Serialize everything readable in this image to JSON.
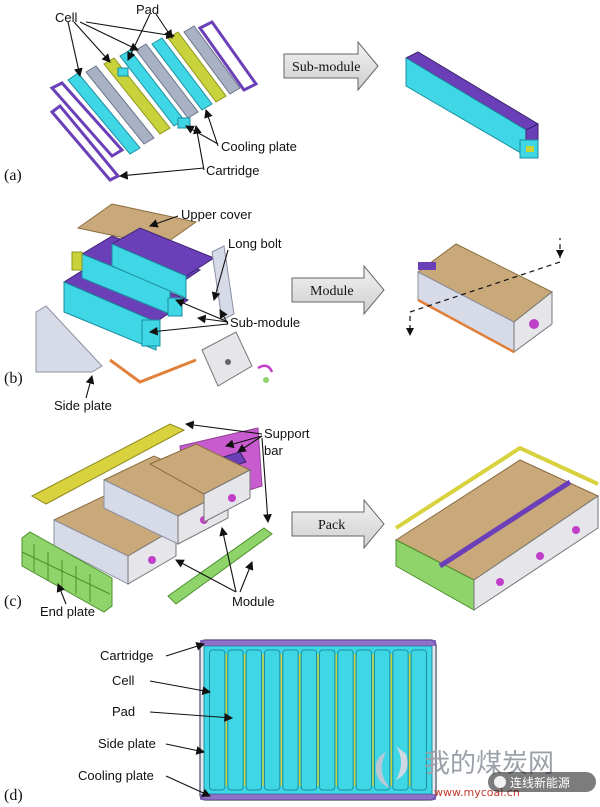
{
  "panels": {
    "a": {
      "label": "(a)",
      "callouts": {
        "cell": "Cell",
        "pad": "Pad",
        "cooling_plate": "Cooling plate",
        "cartridge": "Cartridge"
      },
      "arrow": "Sub-module"
    },
    "b": {
      "label": "(b)",
      "callouts": {
        "upper_cover": "Upper cover",
        "long_bolt": "Long bolt",
        "sub_module": "Sub-module",
        "side_plate": "Side plate"
      },
      "arrow": "Module"
    },
    "c": {
      "label": "(c)",
      "callouts": {
        "support_bar_1": "Support",
        "support_bar_2": "bar",
        "end_plate": "End plate",
        "module": "Module"
      },
      "arrow": "Pack"
    },
    "d": {
      "label": "(d)",
      "callouts": {
        "cartridge": "Cartridge",
        "cell": "Cell",
        "pad": "Pad",
        "side_plate": "Side plate",
        "cooling_plate": "Cooling plate"
      }
    }
  },
  "watermark": {
    "site_cn": "我的煤炭网",
    "url": "www.mycoal.cn",
    "badge": "连线新能源"
  },
  "colors": {
    "cell": "#3fd6e6",
    "pad": "#c8d23a",
    "cooling_plate": "#a9b2c4",
    "cartridge": "#6a3fb8",
    "cover": "#c9a97a",
    "end_plate": "#8fd46a",
    "support_bar": "#d9d23f",
    "magenta": "#c03fc9"
  }
}
